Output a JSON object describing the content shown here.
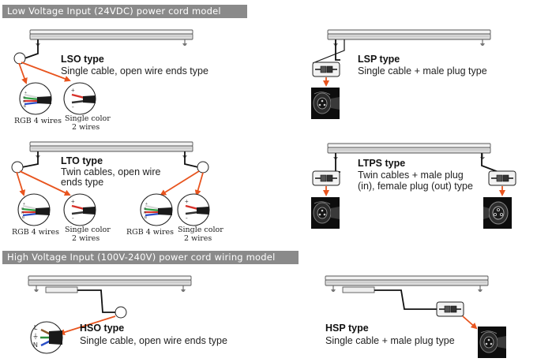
{
  "sections": {
    "low_voltage": "Low Voltage Input (24VDC) power cord model",
    "high_voltage": "High Voltage Input (100V-240V) power cord wiring model"
  },
  "models": {
    "lso": {
      "title": "LSO type",
      "desc": "Single cable, open wire ends type"
    },
    "lsp": {
      "title": "LSP type",
      "desc": "Single cable + male plug type"
    },
    "lto": {
      "title": "LTO type",
      "desc_line1": "Twin cables, open wire",
      "desc_line2": "ends type"
    },
    "ltps": {
      "title": "LTPS type",
      "desc_line1": "Twin cables + male plug",
      "desc_line2": "(in), female plug (out) type"
    },
    "hso": {
      "title": "HSO type",
      "desc": "Single cable, open wire ends type"
    },
    "hsp": {
      "title": "HSP type",
      "desc": "Single cable + male plug type"
    }
  },
  "labels": {
    "rgb": "RGB 4 wires",
    "single_line1": "Single color",
    "single_line2": "2 wires"
  },
  "wire_marks": {
    "plus": "+",
    "minus": "-",
    "live": "L",
    "ground": "⏚",
    "neutral": "N"
  },
  "colors": {
    "banner": "#8a8a8a",
    "arrow": "#e8541e",
    "cable": "#111111",
    "fixture": "#6e6e6e"
  }
}
